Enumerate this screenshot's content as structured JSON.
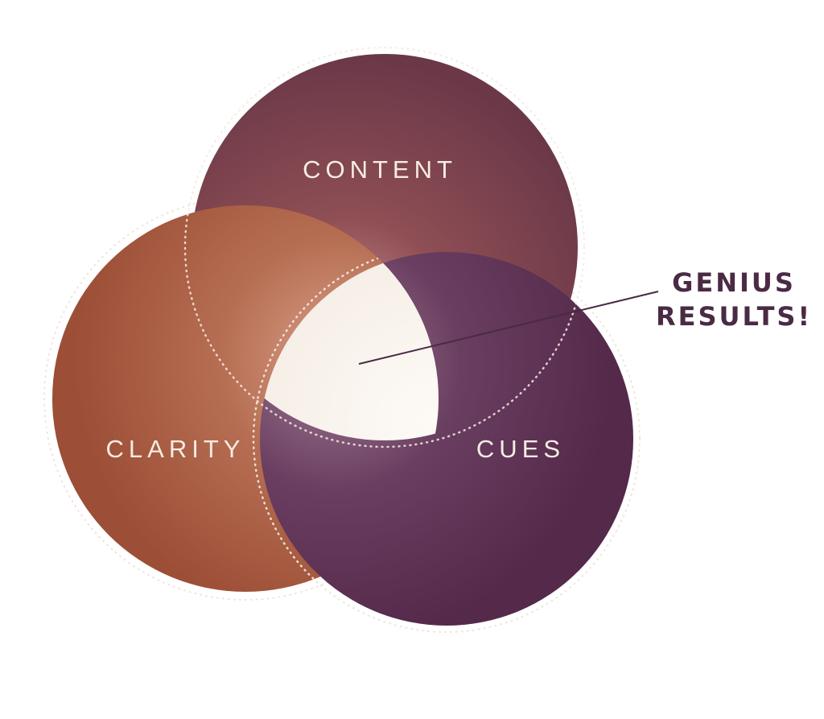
{
  "diagram": {
    "circles": [
      {
        "id": "content",
        "label": "CONTENT",
        "color": "#7a3c46"
      },
      {
        "id": "clarity",
        "label": "CLARITY",
        "color": "#a85a3e"
      },
      {
        "id": "cues",
        "label": "CUES",
        "color": "#5a2f4e"
      }
    ],
    "intersection": {
      "color": "#faf4ee"
    },
    "callout": {
      "line1": "GENIUS",
      "line2": "RESULTS!",
      "color": "#4a2a44"
    }
  }
}
